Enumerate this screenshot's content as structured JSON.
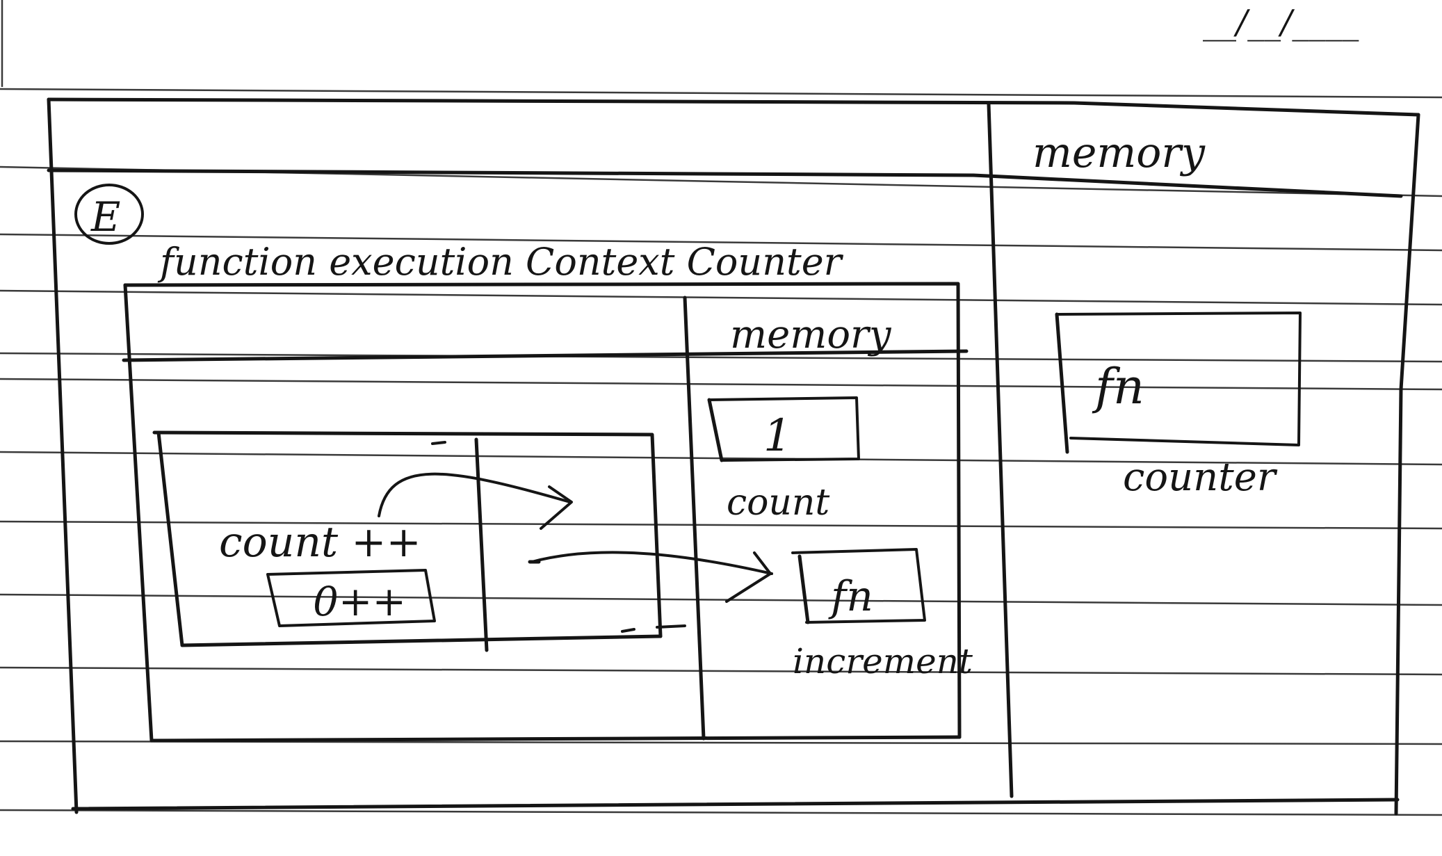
{
  "date_field": "__/__/____",
  "global_context": {
    "badge": "E",
    "memory_header": "memory",
    "memory_cells": [
      {
        "value": "fn",
        "label": "counter"
      }
    ]
  },
  "function_context": {
    "title": "function execution Context Counter",
    "memory_header": "memory",
    "memory_cells": [
      {
        "value": "1",
        "label": "count"
      },
      {
        "value": "fn",
        "label": "increment"
      }
    ],
    "inner_context": {
      "statement": "count ++",
      "result_box": "0++"
    }
  }
}
